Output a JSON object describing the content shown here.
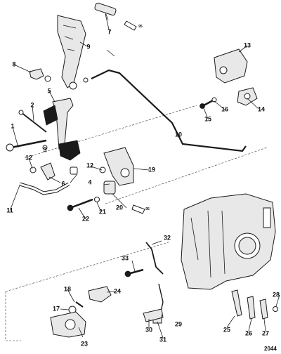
{
  "figure_id": "2044",
  "callouts": [
    "1",
    "2",
    "3",
    "4",
    "5",
    "6",
    "7",
    "8",
    "9",
    "10",
    "11",
    "12",
    "12",
    "13",
    "14",
    "15",
    "16",
    "17",
    "18",
    "19",
    "20",
    "21",
    "22",
    "23",
    "24",
    "25",
    "26",
    "27",
    "28",
    "29",
    "30",
    "31",
    "32",
    "33"
  ],
  "sealant_tags": [
    "95",
    "95"
  ]
}
